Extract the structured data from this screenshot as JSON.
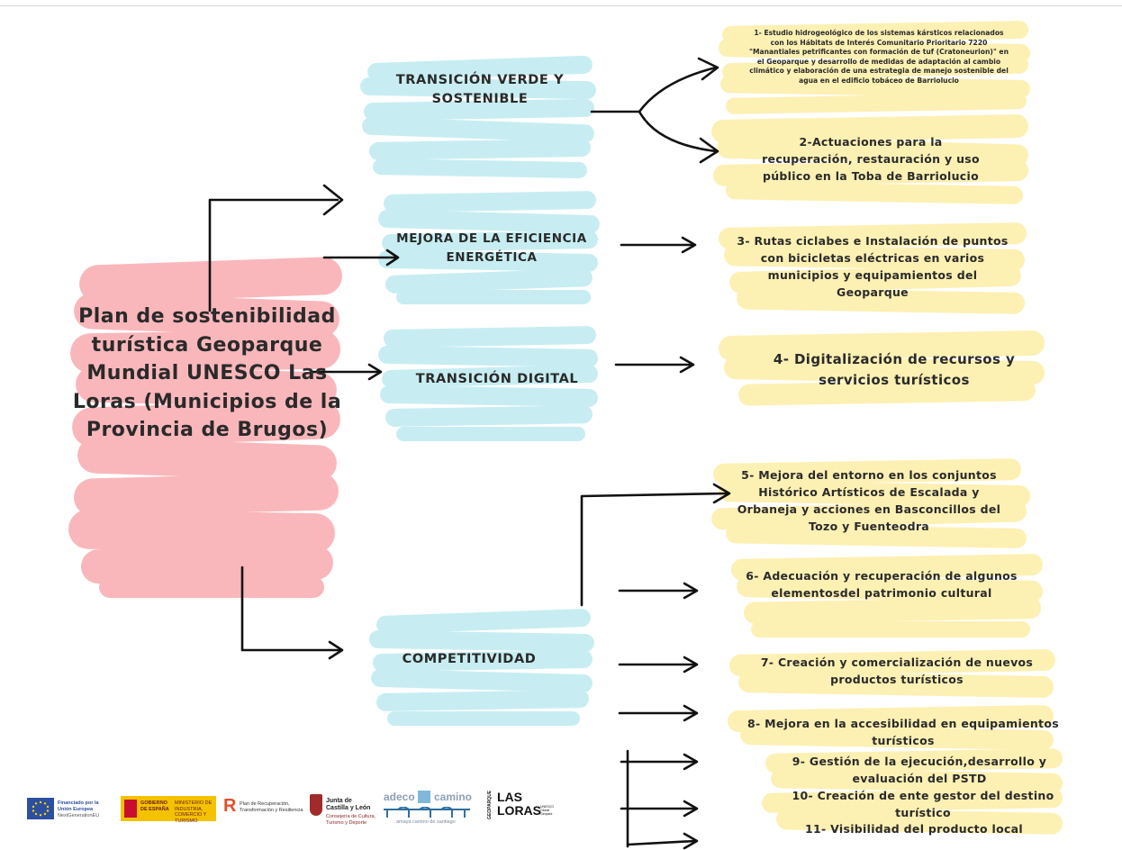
{
  "central": "Plan de sostenibilidad turística Geoparque Mundial UNESCO Las Loras (Municipios de la Provincia de Brugos)",
  "categories": [
    {
      "label": "TRANSICIÓN VERDE Y SOSTENIBLE"
    },
    {
      "label": "MEJORA DE LA EFICIENCIA ENERGÉTICA"
    },
    {
      "label": "TRANSICIÓN DIGITAL"
    },
    {
      "label": "COMPETITIVIDAD"
    }
  ],
  "actions": [
    {
      "label": "1- Estudio hidrogeológico de los sistemas kársticos relacionados con los Hábitats de Interés Comunitario Prioritario 7220 \"Manantiales petrificantes con formación de tuf (Cratoneurion)\" en el Geoparque y desarrollo de medidas de adaptación al cambio climático y elaboración de una estrategia de manejo sostenible del agua en el edificio tobáceo de Barriolucio"
    },
    {
      "label": "2-Actuaciones para la recuperación, restauración y uso público en la Toba de Barriolucio"
    },
    {
      "label": "3- Rutas ciclabes e Instalación de puntos con bicicletas eléctricas en varios municipios y equipamientos del Geoparque"
    },
    {
      "label": "4- Digitalización de recursos y servicios turísticos"
    },
    {
      "label": "5- Mejora del entorno en los conjuntos Histórico Artísticos de Escalada y Orbaneja y acciones en Basconcillos del Tozo y Fuenteodra"
    },
    {
      "label": "6- Adecuación y recuperación de algunos elementosdel patrimonio cultural"
    },
    {
      "label": "7- Creación y comercialización de nuevos productos turísticos"
    },
    {
      "label": "8- Mejora en la accesibilidad en equipamientos turísticos"
    },
    {
      "label": "9- Gestión de la ejecución,desarrollo y evaluación del PSTD"
    },
    {
      "label": "10- Creación de ente gestor del destino turístico"
    },
    {
      "label": "11- Visibilidad del producto local"
    }
  ],
  "logos": {
    "eu": "Financiado por la Unión Europea",
    "eu_sub": "NextGenerationEU",
    "gob": "GOBIERNO DE ESPAÑA",
    "gob_sub": "MINISTERIO DE INDUSTRIA, COMERCIO Y TURISMO",
    "prtr": "Plan de Recuperación, Transformación y Resiliencia",
    "jcyl_1": "Junta de",
    "jcyl_2": "Castilla y León",
    "jcyl_3": "Consejería de Cultura, Turismo y Deporte",
    "adeco_1": "adeco",
    "adeco_2": "camino",
    "adeco_sub": "amaya camino de santiago",
    "loras_1": "LAS",
    "loras_2": "LORAS",
    "loras_side": "GEOPARQUE",
    "loras_unesco": "UNESCO Global Geopark"
  },
  "colors": {
    "pink": "#f9a3a8",
    "blue": "#bdeaf0",
    "yellow": "#fdeb9a",
    "arrow": "#111111"
  }
}
